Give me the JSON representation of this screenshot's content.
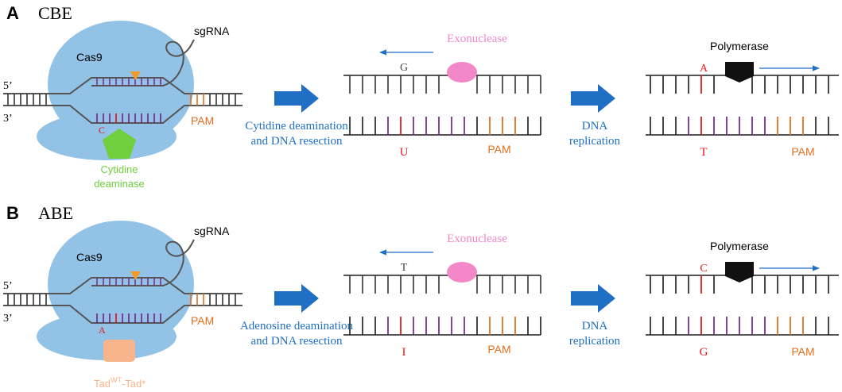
{
  "panels": [
    {
      "letter": "A",
      "title": "CBE",
      "cas9": "Cas9",
      "sgrna": "sgRNA",
      "five_prime": "5’",
      "three_prime": "3’",
      "pam": "PAM",
      "target_base": "C",
      "enzyme": {
        "main": "Cytidine",
        "sub": "",
        "second": "deaminase"
      },
      "step1_label": [
        "Cytidine deamination",
        "and DNA resection"
      ],
      "exonuclease": "Exonuclease",
      "mid_top_base": "G",
      "mid_bottom_base": "U",
      "mid_pam": "PAM",
      "step2_label": [
        "DNA",
        "replication"
      ],
      "polymerase": "Polymerase",
      "right_top_base": "A",
      "right_bottom_base": "T",
      "right_pam": "PAM"
    },
    {
      "letter": "B",
      "title": "ABE",
      "cas9": "Cas9",
      "sgrna": "sgRNA",
      "five_prime": "5’",
      "three_prime": "3’",
      "pam": "PAM",
      "target_base": "A",
      "enzyme": {
        "main": "Tad",
        "sub": "WT",
        "second": "-Tad*"
      },
      "step1_label": [
        "Adenosine deamination",
        "and DNA resection"
      ],
      "exonuclease": "Exonuclease",
      "mid_top_base": "T",
      "mid_bottom_base": "I",
      "mid_pam": "PAM",
      "step2_label": [
        "DNA",
        "replication"
      ],
      "polymerase": "Polymerase",
      "right_top_base": "C",
      "right_bottom_base": "G",
      "right_pam": "PAM"
    }
  ],
  "colors": {
    "cas9_blob": "#92c2e6",
    "strand": "#555555",
    "rung": "#333333",
    "purple": "#7b2f8f",
    "red": "#e8161f",
    "orange": "#e0701e",
    "arrow_blue": "#1f6fc5",
    "label_blue": "#1f6fc5",
    "exonuclease_pink": "#f288c8",
    "cbe_deaminase": "#6fcf3c",
    "abe_deaminase": "#f8b48b",
    "black": "#111111"
  }
}
